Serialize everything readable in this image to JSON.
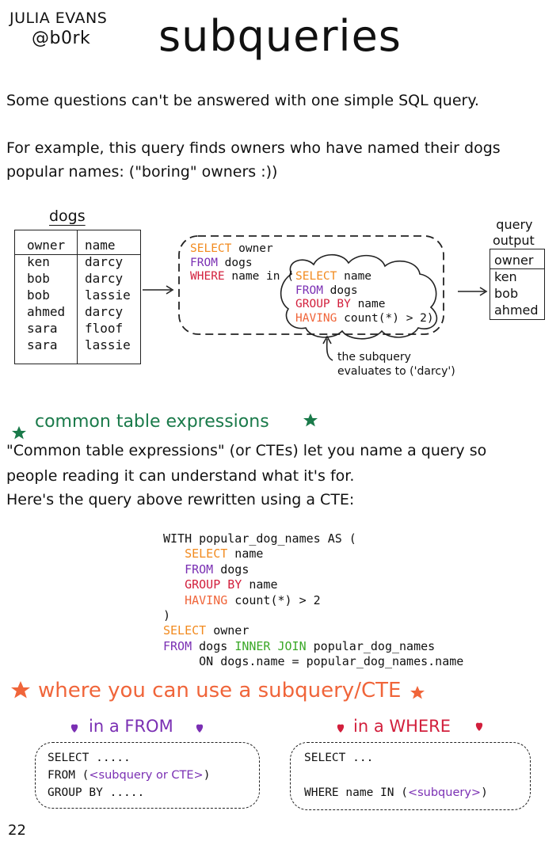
{
  "author": {
    "line1": "JULIA EVANS",
    "line2": "@b0rk"
  },
  "title": "subqueries",
  "intro": {
    "line1": "Some questions can't be answered with one simple SQL query.",
    "line2": "For example, this query finds owners who have named their dogs",
    "line3": "popular names: (\"boring\" owners :))"
  },
  "dogs_table": {
    "title": "dogs",
    "columns": [
      "owner",
      "name"
    ],
    "rows": [
      [
        "ken",
        "darcy"
      ],
      [
        "bob",
        "darcy"
      ],
      [
        "bob",
        "lassie"
      ],
      [
        "ahmed",
        "darcy"
      ],
      [
        "sara",
        "floof"
      ],
      [
        "sara",
        "lassie"
      ]
    ]
  },
  "query1": {
    "select": "SELECT",
    "owner": " owner",
    "from": "FROM",
    "dogs": " dogs",
    "where": "WHERE",
    "name_in": " name in (",
    "sub_select": "SELECT",
    "sub_name": " name",
    "sub_from": "FROM",
    "sub_dogs": " dogs",
    "sub_group": "GROUP BY",
    "sub_group_name": " name",
    "sub_having": "HAVING",
    "sub_count": " count(*) > 2)"
  },
  "annotation": {
    "line1": "the subquery",
    "line2": "evaluates to ('darcy')"
  },
  "output_table": {
    "title_line1": "query",
    "title_line2": "output",
    "column": "owner",
    "rows": [
      "ken",
      "bob",
      "ahmed"
    ]
  },
  "cte_section": {
    "heading": "common table expressions",
    "p1": "\"Common table expressions\" (or CTEs) let you name a query so",
    "p2": "people reading it can understand what it's for.",
    "p3": "Here's the query above rewritten using a CTE:"
  },
  "cte_query": {
    "with_line": "WITH popular_dog_names AS (",
    "select": "SELECT",
    "name": " name",
    "from": "FROM",
    "dogs": " dogs",
    "group": "GROUP BY",
    "group_name": " name",
    "having": "HAVING",
    "count": " count(*) > 2",
    "close": ")",
    "select2": "SELECT",
    "owner": " owner",
    "from2": "FROM",
    "dogs2": " dogs ",
    "inner_join": "INNER JOIN",
    "join_target": " popular_dog_names",
    "on_line": "ON dogs.name = popular_dog_names.name"
  },
  "where_section": {
    "heading": "where you can use a subquery/CTE",
    "from_label": "in a FROM",
    "where_label": "in a WHERE",
    "from_box": {
      "l1": "SELECT .....",
      "l2_prefix": "FROM (",
      "l2_sub": "<subquery or CTE>",
      "l2_suffix": ")",
      "l3": "GROUP BY ....."
    },
    "where_box": {
      "l1": "SELECT ...",
      "l2_prefix": "WHERE name IN (",
      "l2_sub": "<subquery>",
      "l2_suffix": ")"
    }
  },
  "page_number": "22",
  "colors": {
    "orange": "#f28a1e",
    "purple": "#7a2fb3",
    "red": "#d21f3c",
    "green": "#3aa827",
    "teal": "#1a7a4a",
    "coral": "#f0653a"
  }
}
